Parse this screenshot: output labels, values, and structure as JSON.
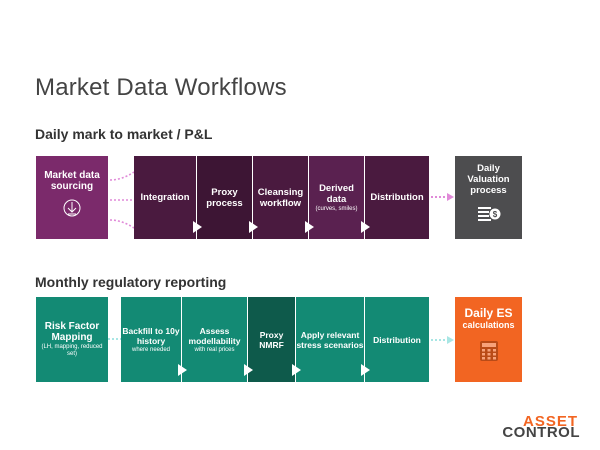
{
  "title": "Market Data Workflows",
  "section1": {
    "heading": "Daily mark to market / P&L",
    "source": {
      "label": "Market data sourcing",
      "icon": "download-icon"
    },
    "steps": [
      {
        "label": "Integration",
        "sub": ""
      },
      {
        "label": "Proxy process",
        "sub": ""
      },
      {
        "label": "Cleansing workflow",
        "sub": ""
      },
      {
        "label": "Derived data",
        "sub": "(curves, smiles)"
      },
      {
        "label": "Distribution",
        "sub": ""
      }
    ],
    "target": {
      "label": "Daily Valuation process",
      "icon": "invoice-dollar-icon"
    }
  },
  "section2": {
    "heading": "Monthly regulatory reporting",
    "source": {
      "label": "Risk Factor Mapping",
      "sub": "(LH, mapping, reduced set)"
    },
    "steps": [
      {
        "label": "Backfill  to 10y history",
        "sub": "where needed"
      },
      {
        "label": "Assess modellability",
        "sub": "with real prices"
      },
      {
        "label": "Proxy NMRF",
        "sub": ""
      },
      {
        "label": "Apply relevant stress scenarios",
        "sub": ""
      },
      {
        "label": "Distribution",
        "sub": ""
      }
    ],
    "target": {
      "label": "Daily ES",
      "sub": "calculations",
      "icon": "calculator-icon"
    }
  },
  "logo": {
    "line1": "ASSET",
    "line2": "CONTROL"
  },
  "colors": {
    "purple": "#7b2a6b",
    "dark_purple": "#4a1a3f",
    "darker_purple": "#3d1534",
    "grey": "#4d4d4f",
    "teal": "#138a74",
    "dark_teal": "#0e5a4b",
    "orange": "#f26522",
    "arrow_pink": "#e08ad8",
    "arrow_cyan": "#a8e6e4"
  }
}
